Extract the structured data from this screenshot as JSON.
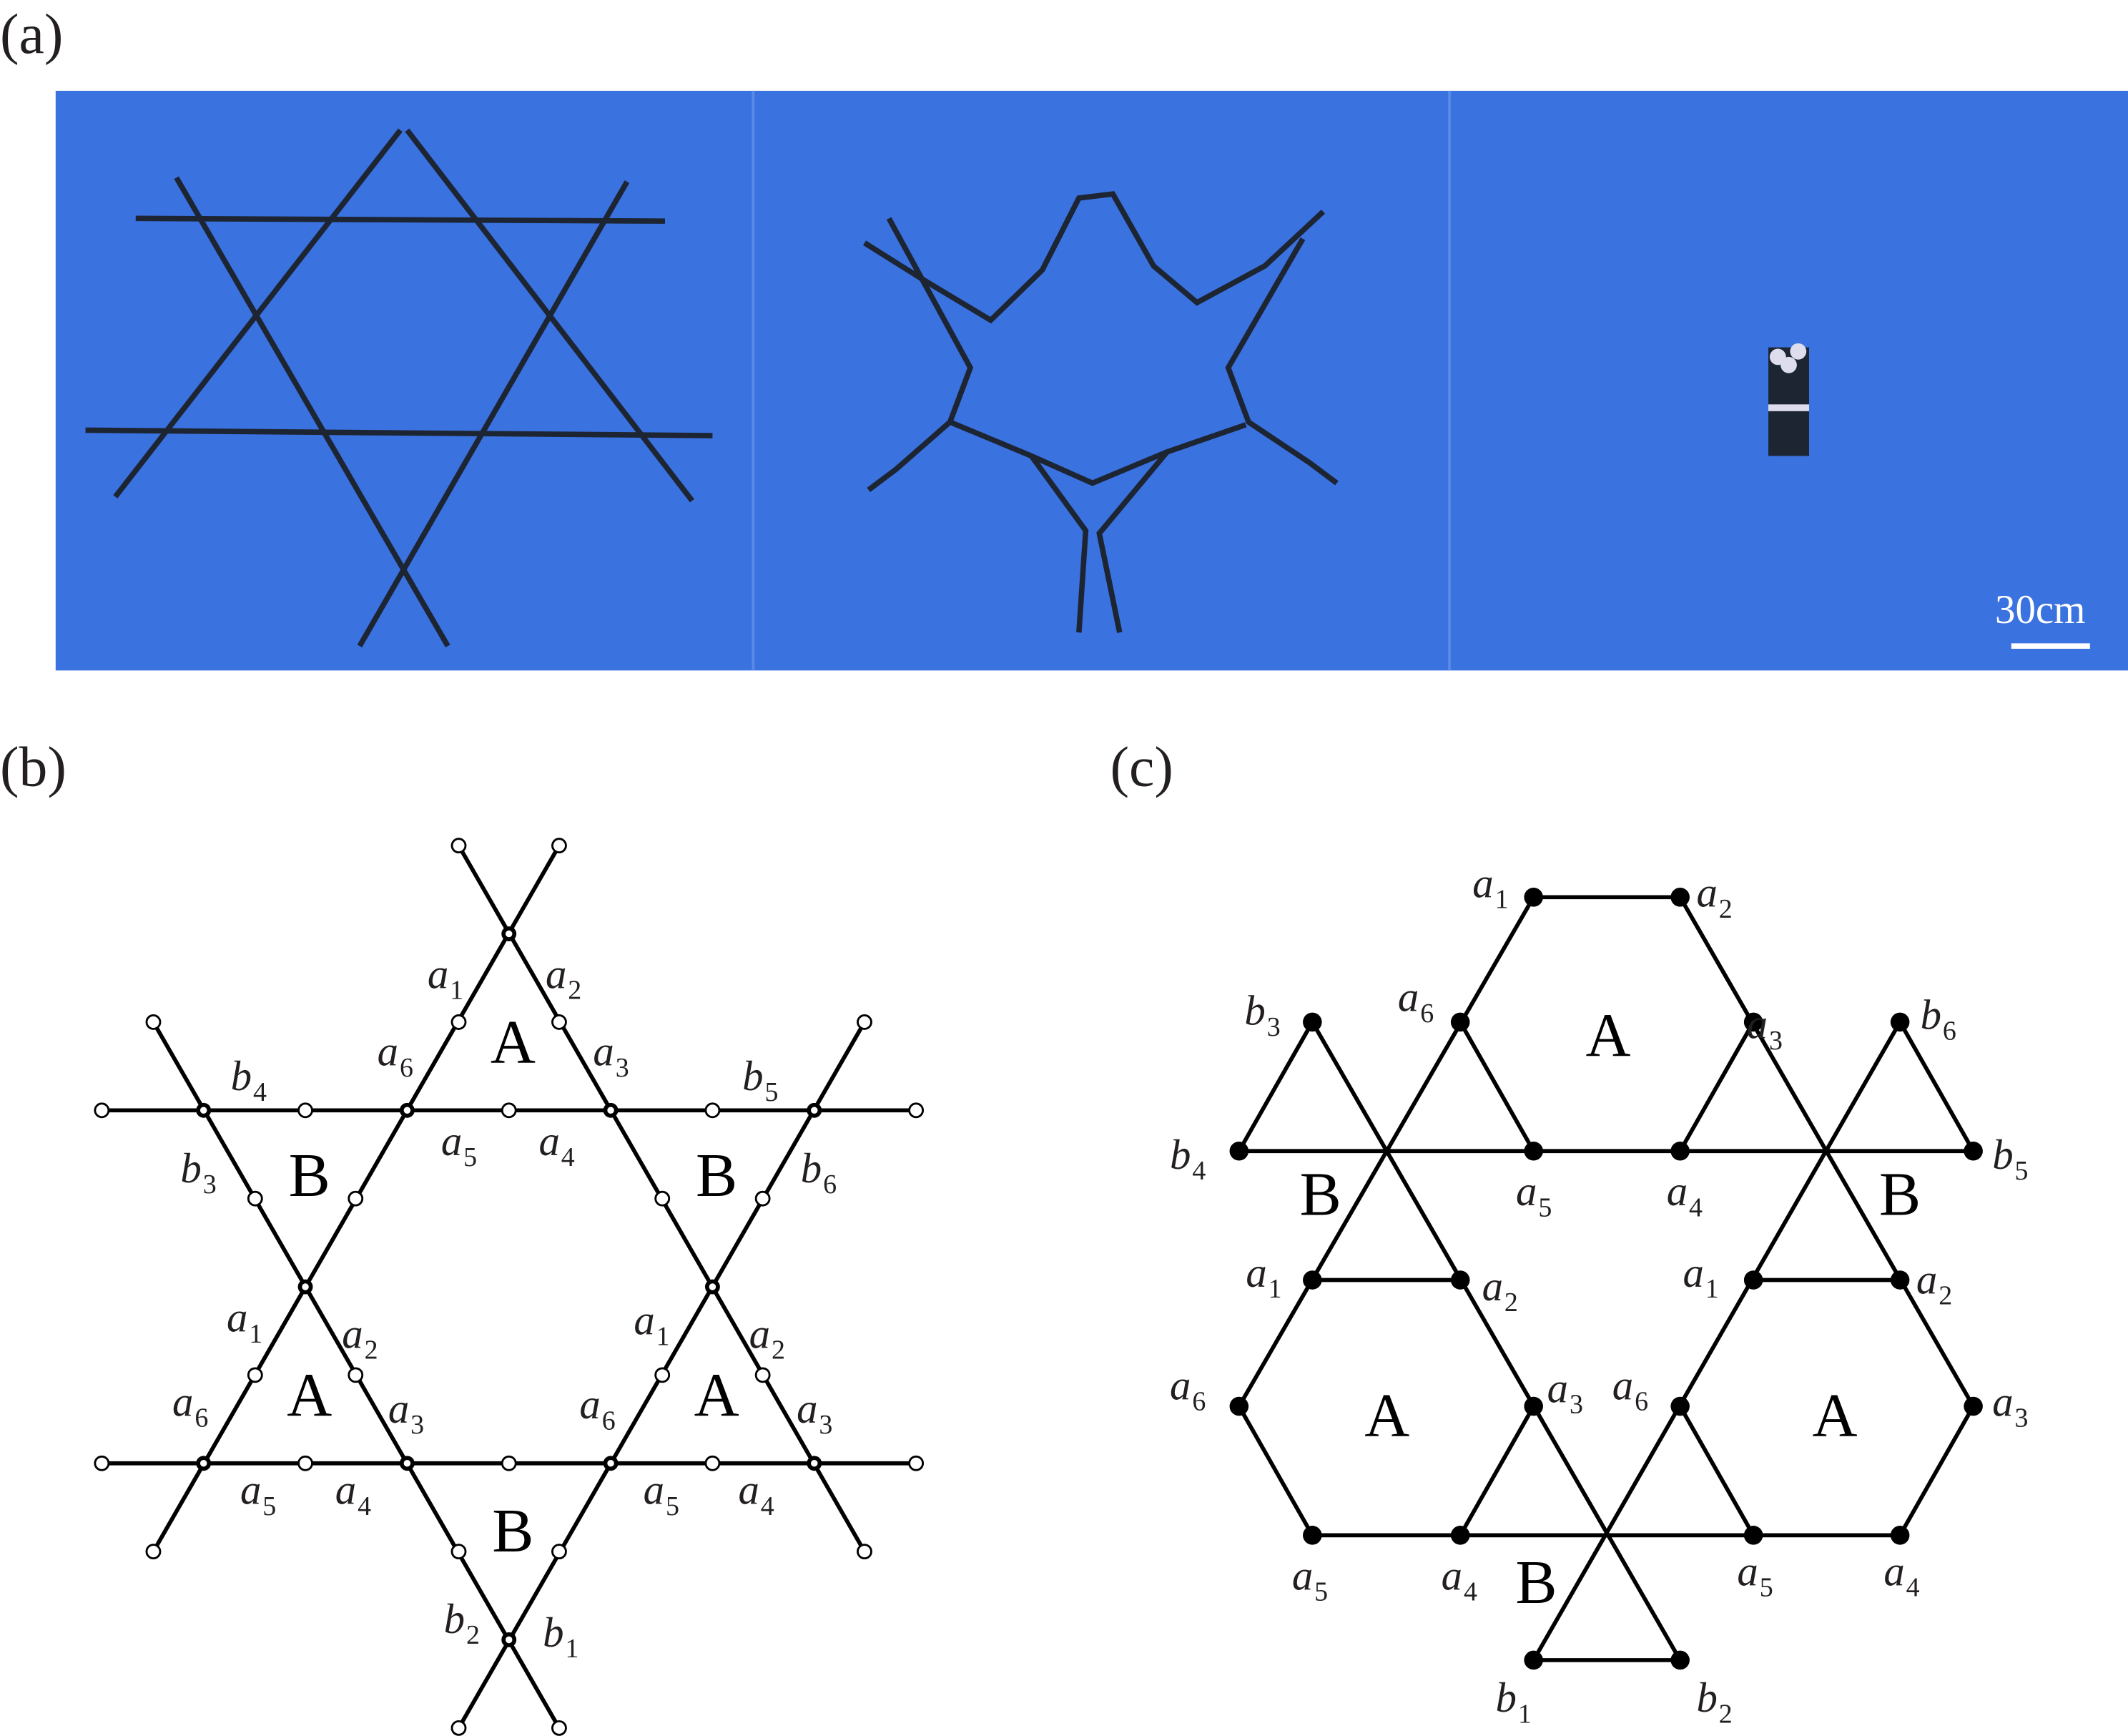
{
  "panels": {
    "a": {
      "label": "(a)",
      "scale_bar": "30cm",
      "background_color": "#3a72e0"
    },
    "b": {
      "label": "(b)",
      "labels": [
        {
          "base": "a",
          "sub": "1"
        },
        {
          "base": "a",
          "sub": "2"
        },
        {
          "base": "A",
          "sub": ""
        },
        {
          "base": "a",
          "sub": "6"
        },
        {
          "base": "a",
          "sub": "3"
        },
        {
          "base": "b",
          "sub": "4"
        },
        {
          "base": "b",
          "sub": "5"
        },
        {
          "base": "a",
          "sub": "5"
        },
        {
          "base": "a",
          "sub": "4"
        },
        {
          "base": "b",
          "sub": "3"
        },
        {
          "base": "B",
          "sub": ""
        },
        {
          "base": "B",
          "sub": ""
        },
        {
          "base": "b",
          "sub": "6"
        },
        {
          "base": "a",
          "sub": "1"
        },
        {
          "base": "a",
          "sub": "2"
        },
        {
          "base": "a",
          "sub": "1"
        },
        {
          "base": "a",
          "sub": "2"
        },
        {
          "base": "a",
          "sub": "6"
        },
        {
          "base": "A",
          "sub": ""
        },
        {
          "base": "a",
          "sub": "3"
        },
        {
          "base": "a",
          "sub": "6"
        },
        {
          "base": "A",
          "sub": ""
        },
        {
          "base": "a",
          "sub": "3"
        },
        {
          "base": "a",
          "sub": "5"
        },
        {
          "base": "a",
          "sub": "4"
        },
        {
          "base": "a",
          "sub": "5"
        },
        {
          "base": "a",
          "sub": "4"
        },
        {
          "base": "B",
          "sub": ""
        },
        {
          "base": "b",
          "sub": "2"
        },
        {
          "base": "b",
          "sub": "1"
        }
      ]
    },
    "c": {
      "label": "(c)",
      "labels": [
        {
          "base": "a",
          "sub": "1"
        },
        {
          "base": "a",
          "sub": "2"
        },
        {
          "base": "b",
          "sub": "3"
        },
        {
          "base": "a",
          "sub": "6"
        },
        {
          "base": "A",
          "sub": ""
        },
        {
          "base": "a",
          "sub": "3"
        },
        {
          "base": "b",
          "sub": "6"
        },
        {
          "base": "b",
          "sub": "4"
        },
        {
          "base": "b",
          "sub": "5"
        },
        {
          "base": "B",
          "sub": ""
        },
        {
          "base": "a",
          "sub": "5"
        },
        {
          "base": "a",
          "sub": "4"
        },
        {
          "base": "B",
          "sub": ""
        },
        {
          "base": "a",
          "sub": "1"
        },
        {
          "base": "a",
          "sub": "2"
        },
        {
          "base": "a",
          "sub": "1"
        },
        {
          "base": "a",
          "sub": "2"
        },
        {
          "base": "a",
          "sub": "6"
        },
        {
          "base": "A",
          "sub": ""
        },
        {
          "base": "a",
          "sub": "3"
        },
        {
          "base": "a",
          "sub": "6"
        },
        {
          "base": "A",
          "sub": ""
        },
        {
          "base": "a",
          "sub": "3"
        },
        {
          "base": "a",
          "sub": "5"
        },
        {
          "base": "a",
          "sub": "4"
        },
        {
          "base": "a",
          "sub": "5"
        },
        {
          "base": "a",
          "sub": "4"
        },
        {
          "base": "B",
          "sub": ""
        },
        {
          "base": "b",
          "sub": "1"
        },
        {
          "base": "b",
          "sub": "2"
        }
      ]
    }
  }
}
